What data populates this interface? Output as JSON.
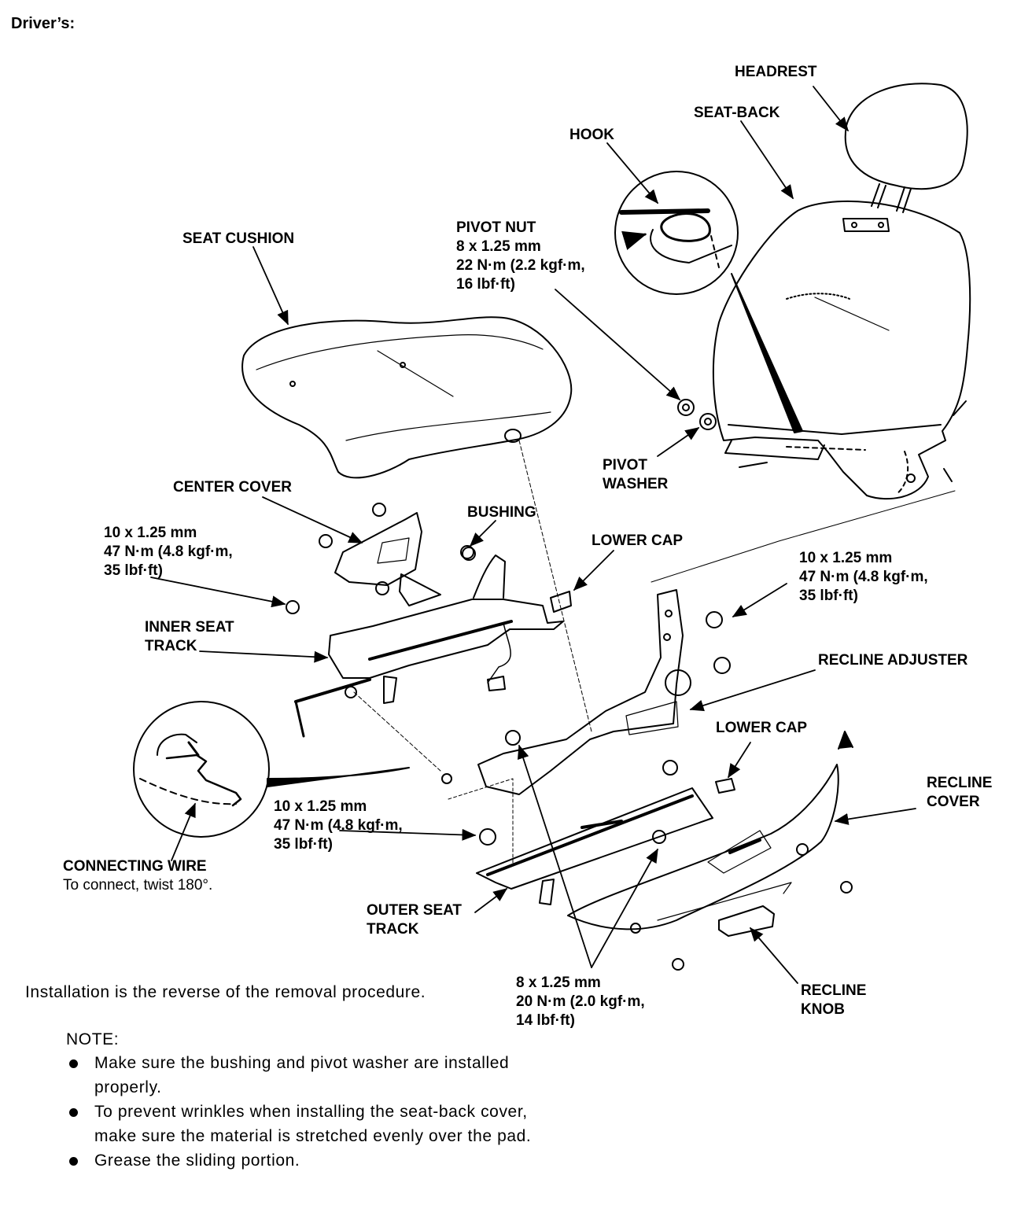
{
  "header": {
    "title": "Driver’s:"
  },
  "labels": {
    "headrest": "HEADREST",
    "seat_back": "SEAT-BACK",
    "hook": "HOOK",
    "seat_cushion": "SEAT CUSHION",
    "pivot_nut": {
      "name": "PIVOT NUT",
      "size": "8 x 1.25 mm",
      "torque_1": "22 N·m (2.2 kgf·m,",
      "torque_2": "16 lbf·ft)"
    },
    "pivot_washer": {
      "line1": "PIVOT",
      "line2": "WASHER"
    },
    "center_cover": "CENTER COVER",
    "bushing": "BUSHING",
    "lower_cap_top": "LOWER CAP",
    "bolt_left": {
      "size": "10 x 1.25 mm",
      "torque_1": "47 N·m (4.8 kgf·m,",
      "torque_2": "35 lbf·ft)"
    },
    "bolt_right": {
      "size": "10 x 1.25 mm",
      "torque_1": "47 N·m (4.8 kgf·m,",
      "torque_2": "35 lbf·ft)"
    },
    "inner_seat_track": {
      "line1": "INNER SEAT",
      "line2": "TRACK"
    },
    "recline_adjuster": "RECLINE ADJUSTER",
    "lower_cap_bottom": "LOWER CAP",
    "recline_cover": {
      "line1": "RECLINE",
      "line2": "COVER"
    },
    "bolt_middle": {
      "size": "10 x 1.25 mm",
      "torque_1": "47 N·m (4.8 kgf·m,",
      "torque_2": "35 lbf·ft)"
    },
    "connecting_wire": {
      "name": "CONNECTING WIRE",
      "note": "To connect, twist 180°."
    },
    "outer_seat_track": {
      "line1": "OUTER SEAT",
      "line2": "TRACK"
    },
    "bolt_small": {
      "size": "8 x 1.25 mm",
      "torque_1": "20 N·m (2.0 kgf·m,",
      "torque_2": "14 lbf·ft)"
    },
    "recline_knob": {
      "line1": "RECLINE",
      "line2": "KNOB"
    }
  },
  "installation_text": "Installation is the reverse of the removal procedure.",
  "note": {
    "heading": "NOTE:",
    "items": [
      "Make sure the bushing and pivot washer are installed properly.",
      "To prevent wrinkles when installing the seat-back cover, make sure the material is stretched evenly over the pad.",
      "Grease the sliding portion."
    ]
  }
}
